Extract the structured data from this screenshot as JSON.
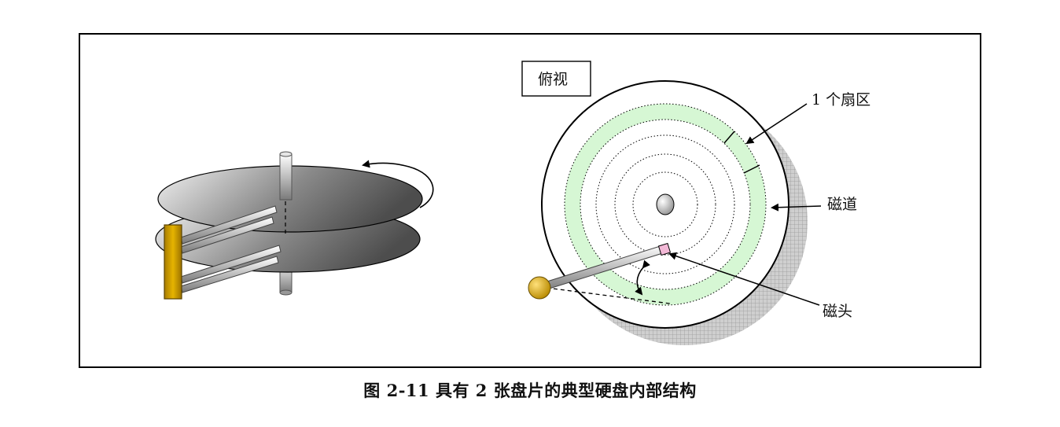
{
  "labels": {
    "top_view": "俯视",
    "sector": "1 个扇区",
    "track": "磁道",
    "head": "磁头"
  },
  "caption": "图 2-11 具有 2 张盘片的典型硬盘内部结构",
  "colors": {
    "track_band": "#d6f7d4",
    "actuator": "#d9a300",
    "head_tip": "#f2b8d6",
    "platter_dark": "#4d4d4d",
    "platter_light": "#f2f2f2"
  }
}
